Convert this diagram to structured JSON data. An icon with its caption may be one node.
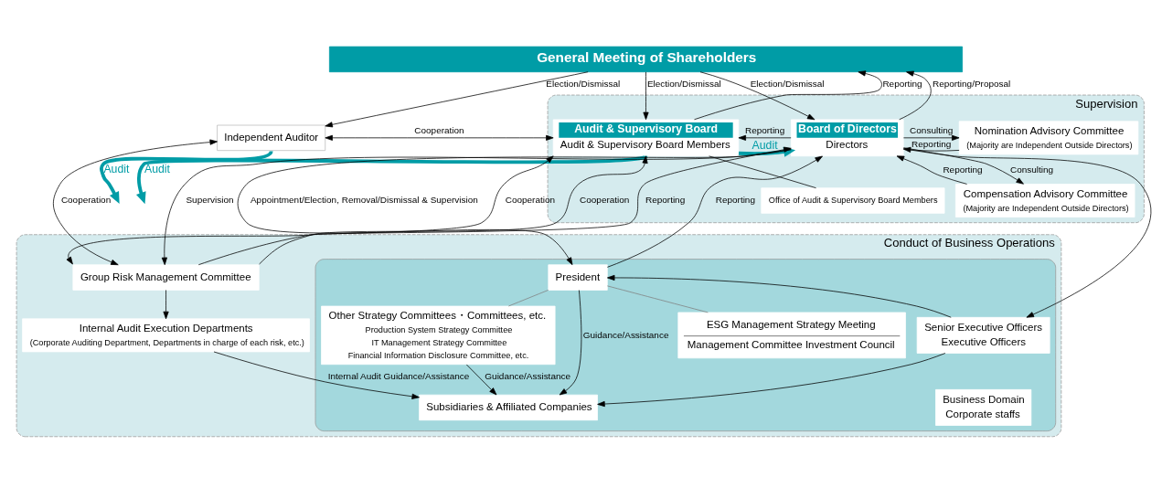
{
  "diagram": {
    "nodes": [
      {
        "text": [
          "General Meeting of Shareholders"
        ]
      },
      {
        "text": [
          "Supervision"
        ]
      },
      {
        "text": [
          "Audit & Supervisory Board",
          "Audit & Supervisory Board Members"
        ],
        "in": 1
      },
      {
        "text": [
          "Office of Audit & Supervisory Board Members"
        ],
        "in": 1
      },
      {
        "text": [
          "Board of Directors",
          "Directors"
        ],
        "in": 1
      },
      {
        "text": [
          "Nomination Advisory Committee",
          "(Majority are Independent Outside Directors)"
        ],
        "in": 1
      },
      {
        "text": [
          "Compensation Advisory Committee",
          "(Majority are Independent Outside Directors)"
        ],
        "in": 1
      },
      {
        "text": [
          "Independent Auditor"
        ]
      },
      {
        "text": [
          "Conduct of Business Operations"
        ]
      },
      {
        "text": [
          "Group Risk Management Committee"
        ],
        "in": 8
      },
      {
        "text": [
          "Internal Audit Execution Departments",
          "(Corporate Auditing Department, Departments in charge of each risk, etc.)"
        ],
        "in": 8
      },
      {
        "text": [],
        "shape": "box",
        "in": 8
      },
      {
        "text": [
          "President"
        ],
        "in": 11
      },
      {
        "text": [
          "Senior Executive Officers",
          "Executive Officers"
        ],
        "in": 11
      },
      {
        "text": [
          "ESG Management Strategy Meeting",
          "Management Committee Investment Council"
        ],
        "in": 11
      },
      {
        "text": [
          "Other Strategy Committees・Committees, etc.",
          "Production System Strategy Committee",
          "IT Management Strategy Committee",
          "Financial Information Disclosure Committee, etc."
        ],
        "in": 11
      },
      {
        "text": [
          "Business Domain",
          "Corporate staffs"
        ],
        "in": 11
      },
      {
        "text": [
          "Subsidiaries & Affiliated Companies"
        ],
        "in": 11
      }
    ],
    "edges": [
      {
        "from": 0,
        "to": 7,
        "arrow": "to",
        "label": "Election/Dismissal"
      },
      {
        "from": 2,
        "to": 0,
        "arrow": "to",
        "label": "Reporting"
      },
      {
        "from": 0,
        "to": 2,
        "arrow": "to",
        "label": "Election/Dismissal"
      },
      {
        "from": 4,
        "to": 0,
        "arrow": "to",
        "label": "Reporting/Proposal"
      },
      {
        "from": 0,
        "to": 4,
        "arrow": "to",
        "label": "Election/Dismissal"
      },
      {
        "from": 7,
        "to": 2,
        "arrow": "both",
        "label": "Cooperation"
      },
      {
        "from": 9,
        "to": 2,
        "arrow": "both",
        "label": "Cooperation"
      },
      {
        "from": 9,
        "to": 2,
        "arrow": "to",
        "label": "Cooperation"
      },
      {
        "from": 7,
        "to": 9,
        "arrow": "both",
        "label": "Cooperation"
      },
      {
        "from": 7,
        "to": null,
        "arrow": "to",
        "label": "Audit",
        "style": "thick",
        "color": "#009ca6"
      },
      {
        "from": 2,
        "to": 4,
        "arrow": "to",
        "label": "Audit",
        "style": "thick",
        "color": "#009ca6"
      },
      {
        "from": 4,
        "to": 2,
        "arrow": "to",
        "label": "Reporting"
      },
      {
        "from": 2,
        "to": 3,
        "arrow": "none"
      },
      {
        "from": 2,
        "to": null,
        "arrow": "to",
        "label": "Audit",
        "style": "thick",
        "color": "#009ca6"
      },
      {
        "from": 4,
        "to": 5,
        "arrow": "to",
        "label": "Consulting"
      },
      {
        "from": 5,
        "to": 4,
        "arrow": "to",
        "label": "Reporting"
      },
      {
        "from": 4,
        "to": 6,
        "arrow": "to",
        "label": "Consulting"
      },
      {
        "from": 6,
        "to": 4,
        "arrow": "to",
        "label": "Reporting"
      },
      {
        "from": 12,
        "to": 4,
        "arrow": "to",
        "label": "Reporting"
      },
      {
        "from": 4,
        "to": 12,
        "arrow": "to",
        "label": "Appointment/Election, Removal/Dismissal & Supervision"
      },
      {
        "from": 4,
        "to": 13,
        "arrow": "to"
      },
      {
        "from": 9,
        "to": 4,
        "arrow": "to",
        "label": "Reporting"
      },
      {
        "from": 4,
        "to": 9,
        "arrow": "to",
        "label": "Supervision"
      },
      {
        "from": 12,
        "to": 14,
        "arrow": "none",
        "color": "#808080"
      },
      {
        "from": 12,
        "to": 15,
        "arrow": "none",
        "color": "#808080"
      },
      {
        "from": 13,
        "to": 12,
        "arrow": "to"
      },
      {
        "from": 9,
        "to": 10,
        "arrow": "to"
      },
      {
        "from": 10,
        "to": 17,
        "arrow": "to",
        "label": "Internal Audit Guidance/Assistance"
      },
      {
        "from": 13,
        "to": 17,
        "arrow": "to"
      },
      {
        "from": 12,
        "to": 17,
        "arrow": "to",
        "label": "Guidance/Assistance"
      },
      {
        "from": 15,
        "to": 17,
        "arrow": "to",
        "label": "Guidance/Assistance"
      }
    ]
  }
}
